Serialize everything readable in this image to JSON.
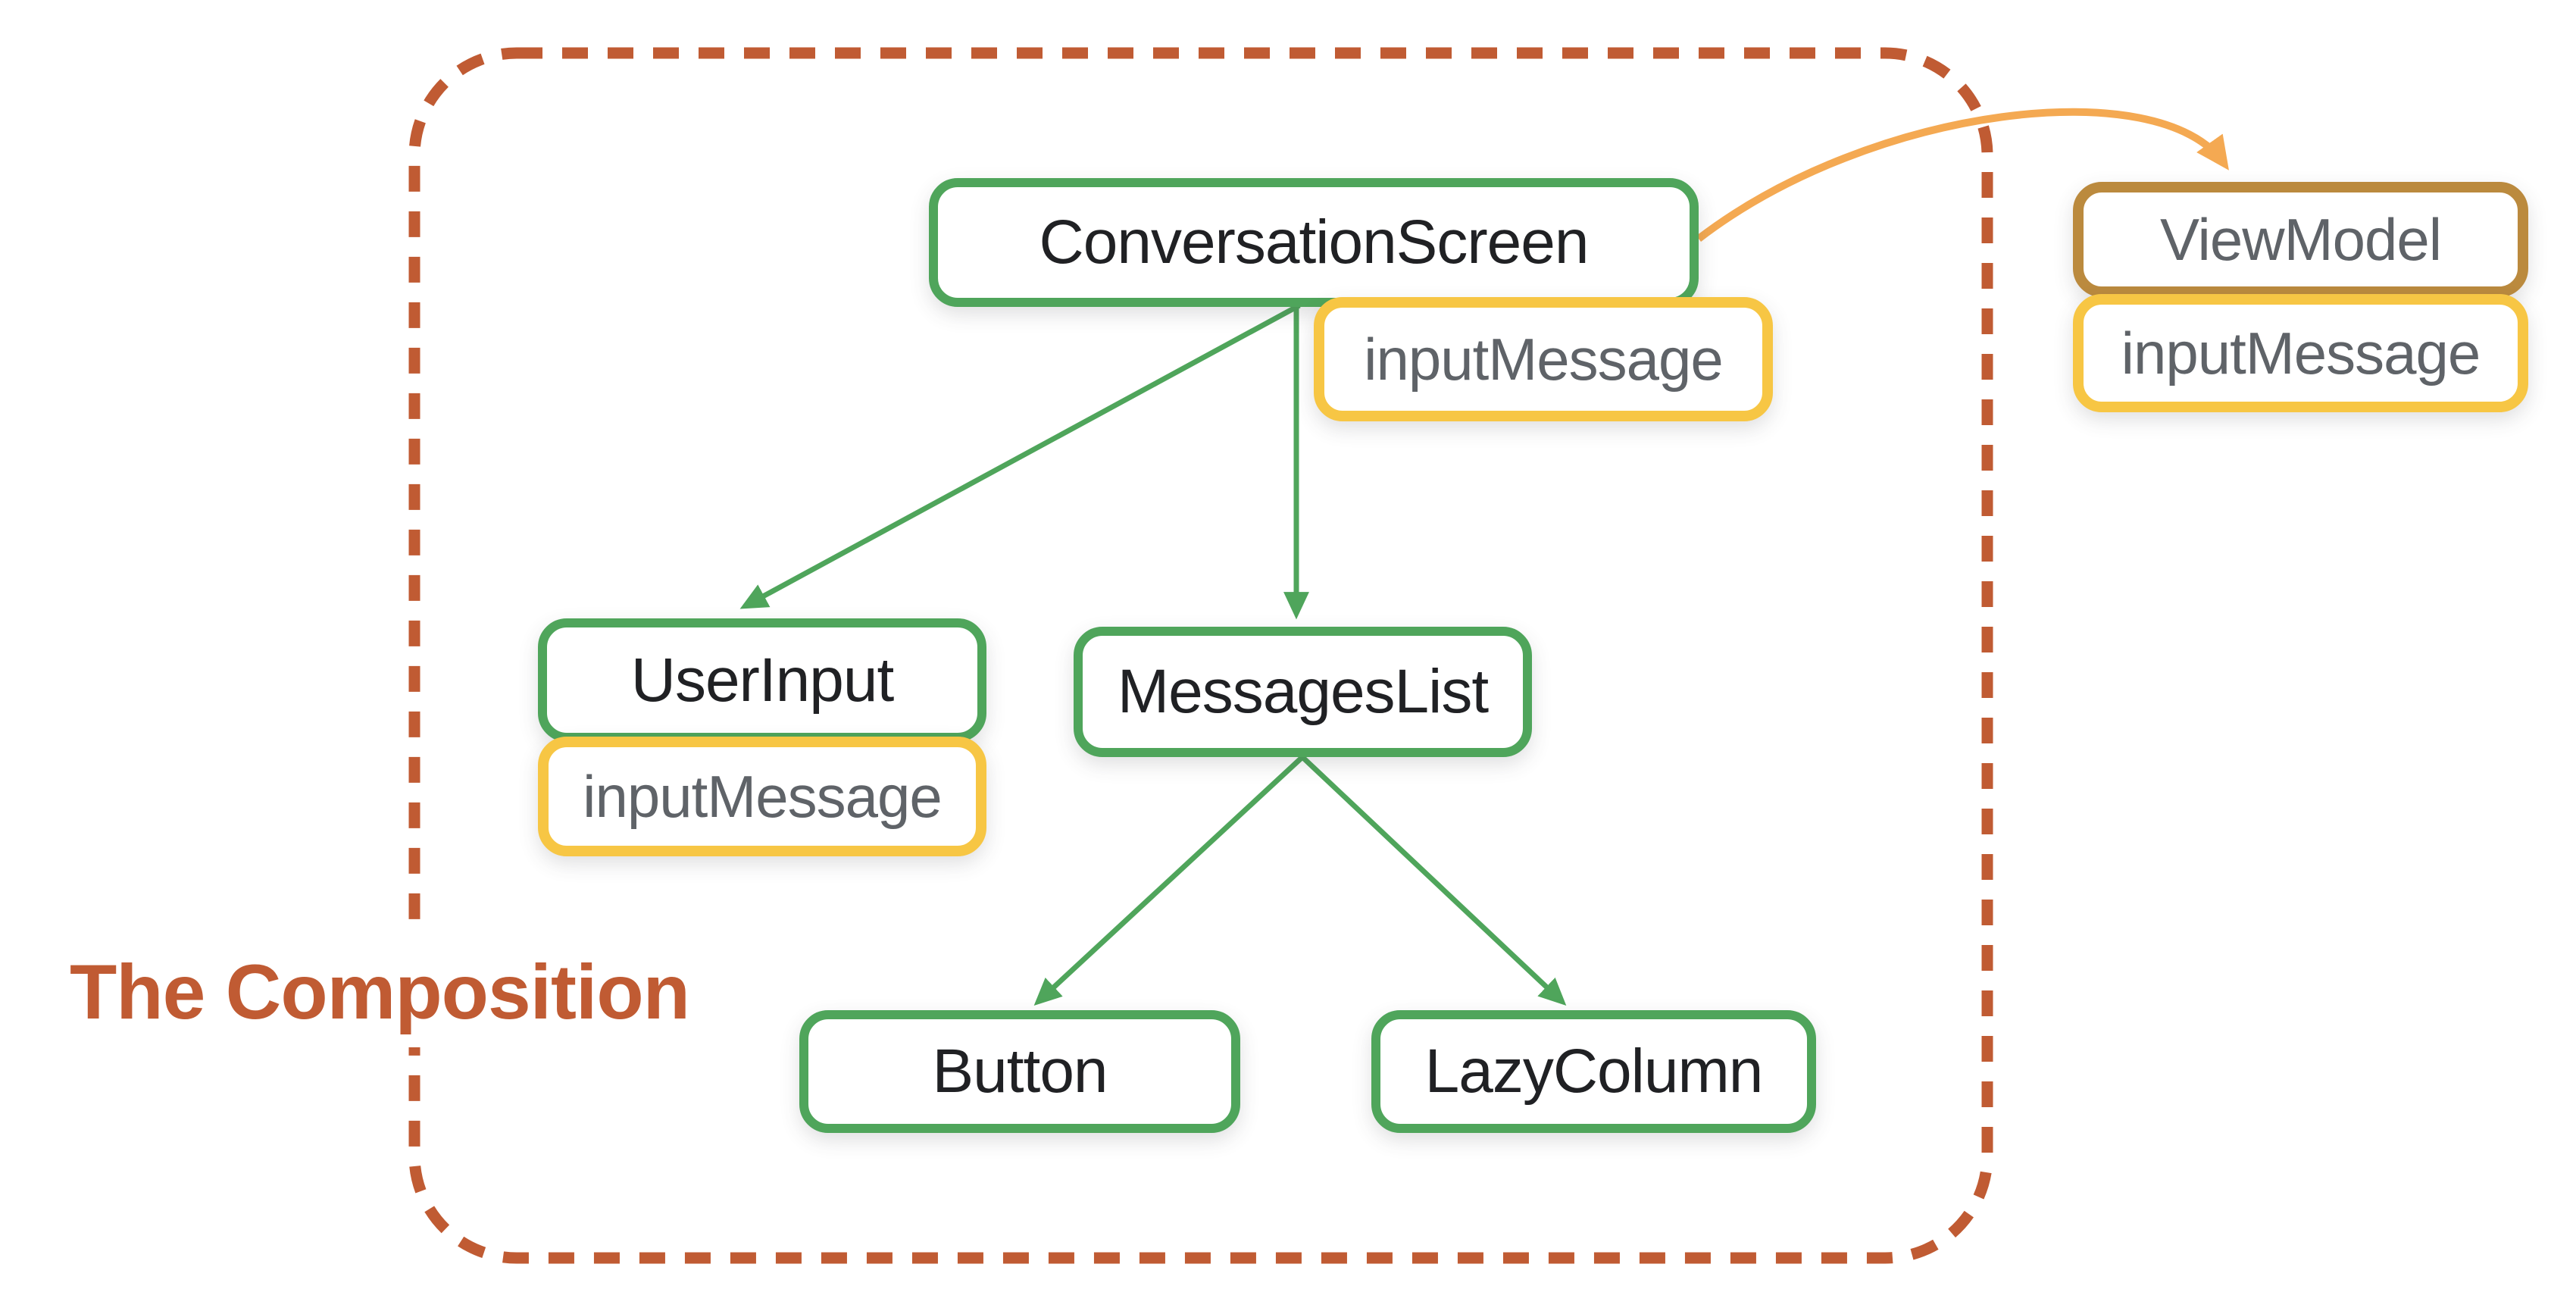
{
  "diagram": {
    "caption": "The Composition",
    "nodes": {
      "conversation_screen": {
        "label": "ConversationScreen",
        "state": "inputMessage"
      },
      "user_input": {
        "label": "UserInput",
        "state": "inputMessage"
      },
      "messages_list": {
        "label": "MessagesList"
      },
      "button": {
        "label": "Button"
      },
      "lazy_column": {
        "label": "LazyColumn"
      },
      "view_model": {
        "label": "ViewModel",
        "state": "inputMessage"
      }
    },
    "edges": [
      {
        "from": "ConversationScreen",
        "to": "UserInput",
        "style": "green-arrow"
      },
      {
        "from": "ConversationScreen",
        "to": "MessagesList",
        "style": "green-arrow"
      },
      {
        "from": "MessagesList",
        "to": "Button",
        "style": "green-arrow"
      },
      {
        "from": "MessagesList",
        "to": "LazyColumn",
        "style": "green-arrow"
      },
      {
        "from": "ConversationScreen",
        "to": "ViewModel",
        "style": "orange-curved-arrow"
      }
    ]
  },
  "colors": {
    "green": "#4FA55B",
    "yellow": "#F7C644",
    "brown": "#BB8A3E",
    "orange": "#F4A952",
    "brick": "#C05B33",
    "text-dark": "#202124",
    "text-grey": "#5F6368",
    "bg": "#FFFFFF"
  }
}
